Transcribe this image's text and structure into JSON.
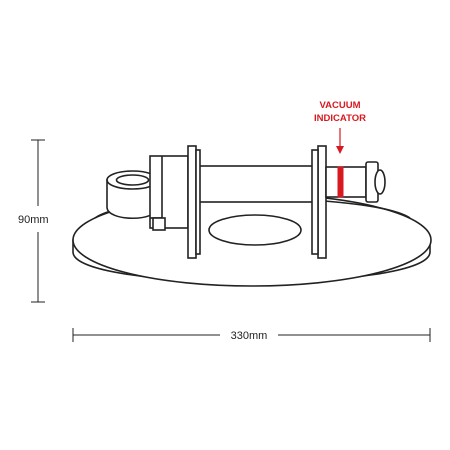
{
  "callout": {
    "line1": "VACUUM",
    "line2": "INDICATOR"
  },
  "dimensions": {
    "height": "90mm",
    "width": "330mm"
  },
  "colors": {
    "outline": "#222222",
    "accent": "#d71920",
    "background": "#ffffff"
  }
}
